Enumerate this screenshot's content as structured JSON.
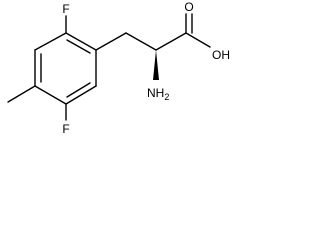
{
  "molecule": {
    "labels": {
      "fluorine_top": "F",
      "fluorine_bottom": "F",
      "hydroxyl": "OH",
      "oxygen": "O",
      "amine": "NH2"
    }
  }
}
